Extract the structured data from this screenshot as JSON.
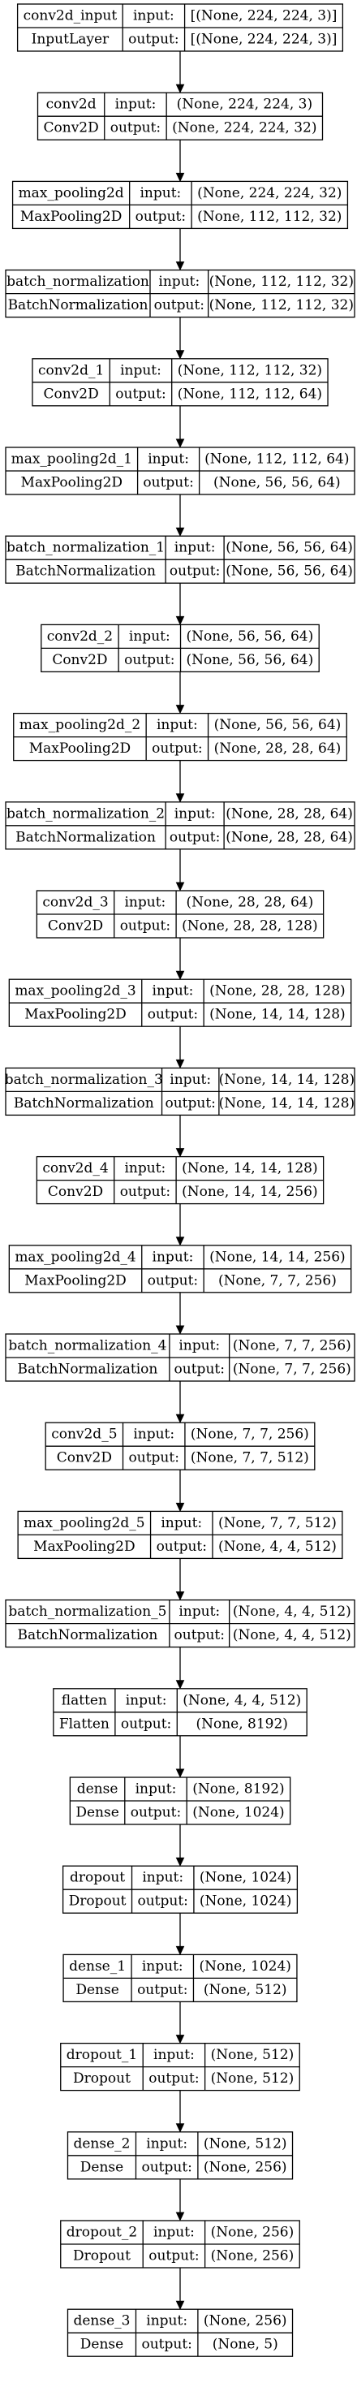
{
  "diagram": {
    "layers": [
      {
        "name": "conv2d_input",
        "type": "InputLayer",
        "input": "[(None, 224, 224, 3)]",
        "output": "[(None, 224, 224, 3)]"
      },
      {
        "name": "conv2d",
        "type": "Conv2D",
        "input": "(None, 224, 224, 3)",
        "output": "(None, 224, 224, 32)"
      },
      {
        "name": "max_pooling2d",
        "type": "MaxPooling2D",
        "input": "(None, 224, 224, 32)",
        "output": "(None, 112, 112, 32)"
      },
      {
        "name": "batch_normalization",
        "type": "BatchNormalization",
        "input": "(None, 112, 112, 32)",
        "output": "(None, 112, 112, 32)"
      },
      {
        "name": "conv2d_1",
        "type": "Conv2D",
        "input": "(None, 112, 112, 32)",
        "output": "(None, 112, 112, 64)"
      },
      {
        "name": "max_pooling2d_1",
        "type": "MaxPooling2D",
        "input": "(None, 112, 112, 64)",
        "output": "(None, 56, 56, 64)"
      },
      {
        "name": "batch_normalization_1",
        "type": "BatchNormalization",
        "input": "(None, 56, 56, 64)",
        "output": "(None, 56, 56, 64)"
      },
      {
        "name": "conv2d_2",
        "type": "Conv2D",
        "input": "(None, 56, 56, 64)",
        "output": "(None, 56, 56, 64)"
      },
      {
        "name": "max_pooling2d_2",
        "type": "MaxPooling2D",
        "input": "(None, 56, 56, 64)",
        "output": "(None, 28, 28, 64)"
      },
      {
        "name": "batch_normalization_2",
        "type": "BatchNormalization",
        "input": "(None, 28, 28, 64)",
        "output": "(None, 28, 28, 64)"
      },
      {
        "name": "conv2d_3",
        "type": "Conv2D",
        "input": "(None, 28, 28, 64)",
        "output": "(None, 28, 28, 128)"
      },
      {
        "name": "max_pooling2d_3",
        "type": "MaxPooling2D",
        "input": "(None, 28, 28, 128)",
        "output": "(None, 14, 14, 128)"
      },
      {
        "name": "batch_normalization_3",
        "type": "BatchNormalization",
        "input": "(None, 14, 14, 128)",
        "output": "(None, 14, 14, 128)"
      },
      {
        "name": "conv2d_4",
        "type": "Conv2D",
        "input": "(None, 14, 14, 128)",
        "output": "(None, 14, 14, 256)"
      },
      {
        "name": "max_pooling2d_4",
        "type": "MaxPooling2D",
        "input": "(None, 14, 14, 256)",
        "output": "(None, 7, 7, 256)"
      },
      {
        "name": "batch_normalization_4",
        "type": "BatchNormalization",
        "input": "(None, 7, 7, 256)",
        "output": "(None, 7, 7, 256)"
      },
      {
        "name": "conv2d_5",
        "type": "Conv2D",
        "input": "(None, 7, 7, 256)",
        "output": "(None, 7, 7, 512)"
      },
      {
        "name": "max_pooling2d_5",
        "type": "MaxPooling2D",
        "input": "(None, 7, 7, 512)",
        "output": "(None, 4, 4, 512)"
      },
      {
        "name": "batch_normalization_5",
        "type": "BatchNormalization",
        "input": "(None, 4, 4, 512)",
        "output": "(None, 4, 4, 512)"
      },
      {
        "name": "flatten",
        "type": "Flatten",
        "input": "(None, 4, 4, 512)",
        "output": "(None, 8192)"
      },
      {
        "name": "dense",
        "type": "Dense",
        "input": "(None, 8192)",
        "output": "(None, 1024)"
      },
      {
        "name": "dropout",
        "type": "Dropout",
        "input": "(None, 1024)",
        "output": "(None, 1024)"
      },
      {
        "name": "dense_1",
        "type": "Dense",
        "input": "(None, 1024)",
        "output": "(None, 512)"
      },
      {
        "name": "dropout_1",
        "type": "Dropout",
        "input": "(None, 512)",
        "output": "(None, 512)"
      },
      {
        "name": "dense_2",
        "type": "Dense",
        "input": "(None, 512)",
        "output": "(None, 256)"
      },
      {
        "name": "dropout_2",
        "type": "Dropout",
        "input": "(None, 256)",
        "output": "(None, 256)"
      },
      {
        "name": "dense_3",
        "type": "Dense",
        "input": "(None, 256)",
        "output": "(None, 5)"
      }
    ],
    "port_labels": {
      "input": "input:",
      "output": "output:"
    }
  }
}
